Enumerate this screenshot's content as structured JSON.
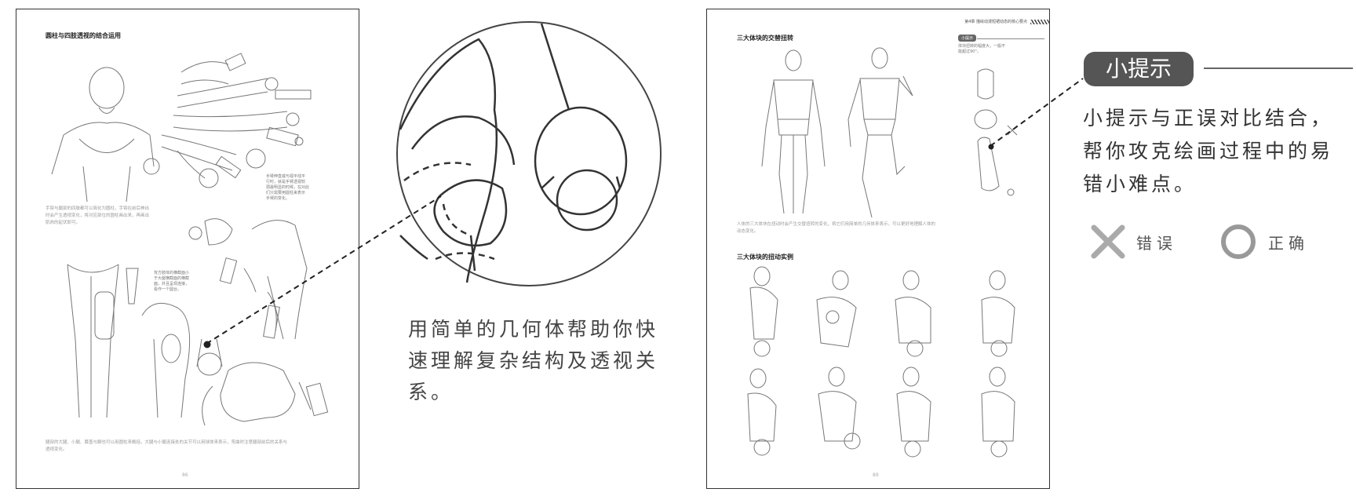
{
  "left_page": {
    "title": "圆柱与四肢透视的结合运用",
    "note_upper": [
      "手臂伸直或与视平线平",
      "行时，就是手臂透视较",
      "弱最明显的时候，在对此",
      "们只需要用圆柱来表示",
      "手臂的变化。"
    ],
    "note_middle": [
      "背方肢体的横截面小",
      "于大腿横截面的横截",
      "面，并且呈现连接，",
      "看作一个圆台。"
    ],
    "body_text_1": [
      "手臂与腿部的四肢都可以简化为圆柱，手臂在前后伸出",
      "时会产生透视变化，将对应部位的圆柱画出来，再画出",
      "肌肉的起伏即可。"
    ],
    "body_text_2": [
      "腿部的大腿、小腿、膝盖与脚也可以用圆柱来概括，大腿与小腿连接处的关节可以用球体来表示，弯曲时注意腿部前后的关系与",
      "透视变化。"
    ],
    "page_number": "86"
  },
  "right_page": {
    "header": "第4章  描绘动漫短裙动态的核心要点",
    "title_top": "三大体块的交替扭转",
    "tip_chip": "小提示",
    "tip_chip_text": [
      "体块扭转的幅度大，一般不",
      "能超过90°。"
    ],
    "body_text": [
      "人体的三大体块在扭动时会产生交替扭转的变化，将它们用简单的几何体来表示，可以更好地理解人体的",
      "动态变化。"
    ],
    "title_bottom": "三大体块的扭动实例",
    "page_number": "89"
  },
  "caption_left": "用简单的几何体帮助你快速理解复杂结构及透视关系。",
  "tip": {
    "badge": "小提示",
    "description": "小提示与正误对比结合，帮你攻克绘画过程中的易错小难点。"
  },
  "legend": {
    "wrong_label": "错误",
    "right_label": "正确"
  },
  "colors": {
    "badge_bg": "#555555",
    "wrong_mark": "#aaaaaa",
    "right_mark": "#999999",
    "sketch": "#777777"
  }
}
